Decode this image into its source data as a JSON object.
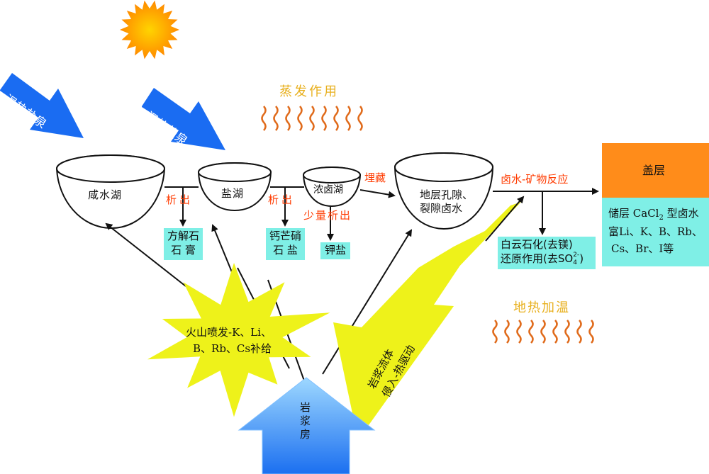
{
  "colors": {
    "blue_arrow": "#1a6cf2",
    "yellow_burst": "#eef21a",
    "cyan_box": "#7fefe6",
    "orange_layer": "#ff8c1a",
    "red_text": "#ff3b00",
    "gold_text": "#e8b01e",
    "wave": "#e06a1a",
    "sun": "#ffb000"
  },
  "icons": {
    "sun": "sun-icon",
    "heat_wave": "heat-wave-icon"
  },
  "springs": [
    "温热盐泉",
    "温热盐泉"
  ],
  "evaporation": "蒸发作用",
  "geothermal": "地热加温",
  "lakes": {
    "salty": "咸水湖",
    "salt": "盐湖",
    "brine": "浓卤湖",
    "pore_line1": "地层孔隙、",
    "pore_line2": "裂隙卤水"
  },
  "precipitate": [
    "析出",
    "析出"
  ],
  "minor_precipitate": "少量析出",
  "burial": "埋藏",
  "reaction": "卤水-矿物反应",
  "boxes": {
    "calcite_line1": "方解石",
    "calcite_line2": "石 膏",
    "glauber_line1": "钙芒硝",
    "glauber_line2": "石 盐",
    "potash": "钾盐",
    "dolomite_line1": "白云石化(去镁)",
    "dolomite_line2_prefix": "还原作用(去SO",
    "dolomite_line2_sub": "4",
    "dolomite_line2_sup": "2-",
    "dolomite_line2_suffix": ")"
  },
  "cap_layer": "盖层",
  "reservoir": {
    "line1_prefix": "储层 CaCl",
    "line1_sub": "2",
    "line1_suffix": " 型卤水",
    "line2": "富Li、K、B、Rb、",
    "line3": "Cs、Br、I等"
  },
  "volcano_line1": "火山喷发-K、Li、",
  "volcano_line2": "B、Rb、Cs补给",
  "magma_fluid_line1": "岩浆流体",
  "magma_fluid_line2": "侵入-热驱动",
  "magma_chamber": "岩浆房"
}
